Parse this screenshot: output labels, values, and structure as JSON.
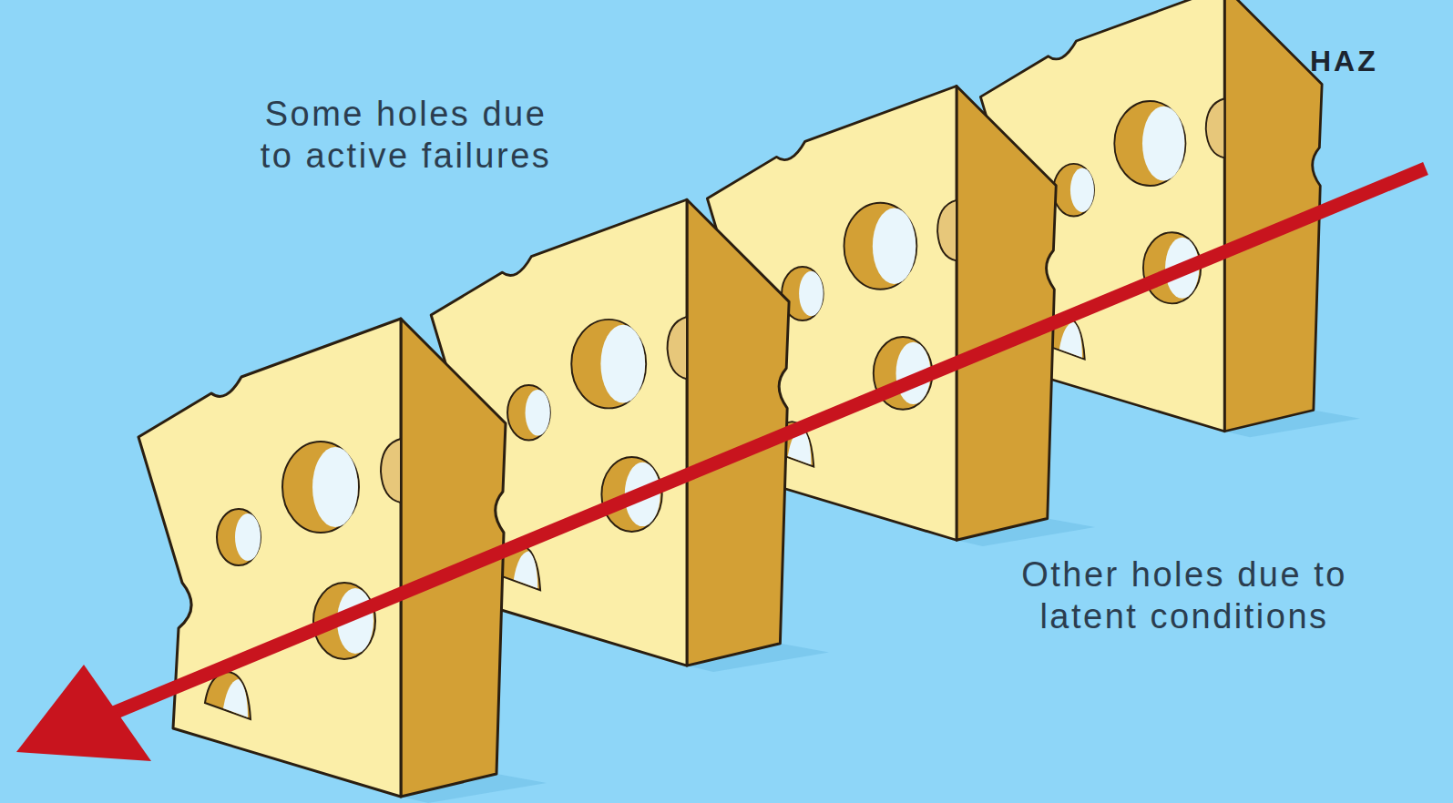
{
  "diagram": {
    "labels": [
      "Some holes due to active failures",
      "HAZ",
      "Other holes due to latent conditions"
    ]
  }
}
